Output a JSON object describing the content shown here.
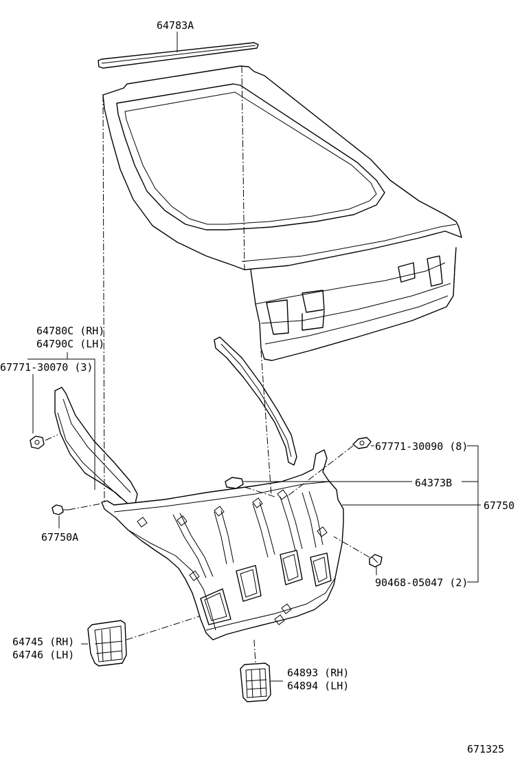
{
  "labels": {
    "molding_top": "64783A",
    "trim_side_rh": "64780C (RH)",
    "trim_side_lh": "64790C (LH)",
    "clip_side": "67771-30070 (3)",
    "clip_upper": "67771-30090 (8)",
    "part_64373b": "64373B",
    "board_67750": "67750",
    "screw_90468": "90468-05047 (2)",
    "part_67750a": "67750A",
    "cover_rh": "64745 (RH)",
    "cover_lh": "64746 (LH)",
    "cover2_rh": "64893 (RH)",
    "cover2_lh": "64894 (LH)",
    "diagram_number": "671325"
  }
}
